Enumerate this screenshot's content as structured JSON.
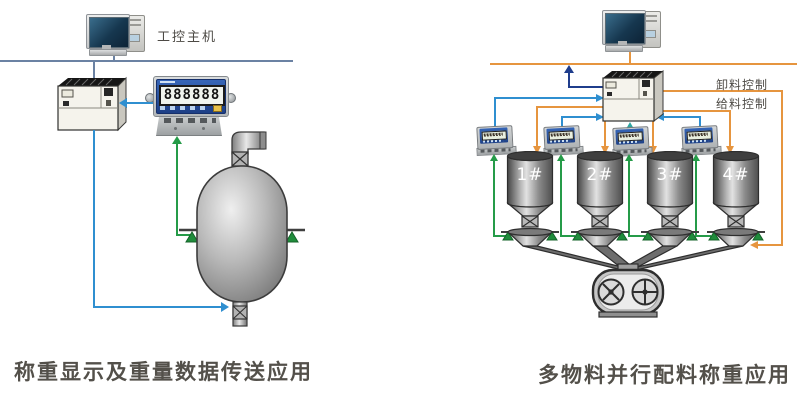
{
  "left_diagram": {
    "caption": "称重显示及重量数据传送应用",
    "host_label": "工控主机",
    "indicator_display": "888888"
  },
  "right_diagram": {
    "caption": "多物料并行配料称重应用",
    "discharge_control_label": "卸料控制",
    "feed_control_label": "给料控制",
    "hoppers": [
      {
        "label": "1#"
      },
      {
        "label": "2#"
      },
      {
        "label": "3#"
      },
      {
        "label": "4#"
      }
    ]
  },
  "colors": {
    "bus_left": "#6b82a3",
    "bus_right": "#e6953f",
    "signal_blue": "#2f8fd0",
    "uplink_navy": "#1f3d8c",
    "uplink_teal": "#2fa5a0",
    "load_cell_green": "#259b48",
    "label_text": "#4d4a45"
  },
  "icons": {
    "computer": "industrial-pc-icon",
    "plc": "plc-controller-icon",
    "indicator": "weighing-indicator-icon",
    "tank": "weighing-tank-icon",
    "hopper": "material-hopper-icon",
    "mixer": "mixer-icon"
  }
}
